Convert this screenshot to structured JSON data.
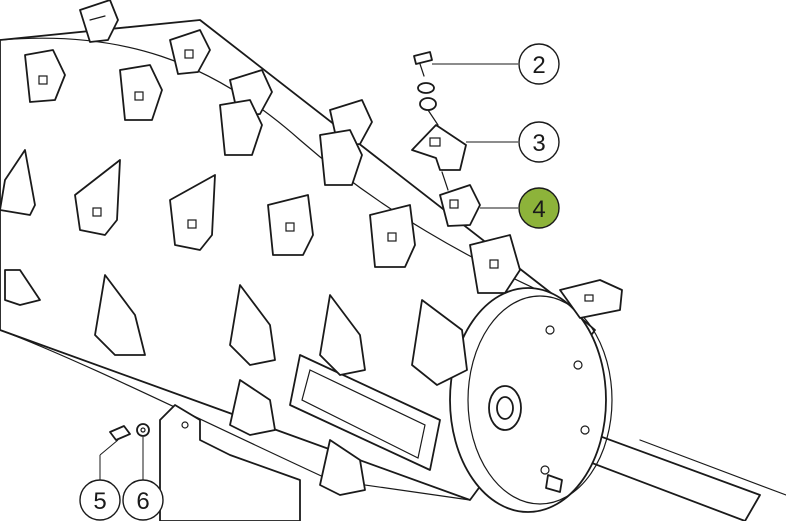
{
  "callouts": [
    {
      "id": "2",
      "label": "2",
      "highlighted": false
    },
    {
      "id": "3",
      "label": "3",
      "highlighted": false
    },
    {
      "id": "4",
      "label": "4",
      "highlighted": true
    },
    {
      "id": "5",
      "label": "5",
      "highlighted": false
    },
    {
      "id": "6",
      "label": "6",
      "highlighted": false
    }
  ],
  "colors": {
    "line": "#1a1a1a",
    "background": "#ffffff",
    "highlight": "#8db33a"
  }
}
